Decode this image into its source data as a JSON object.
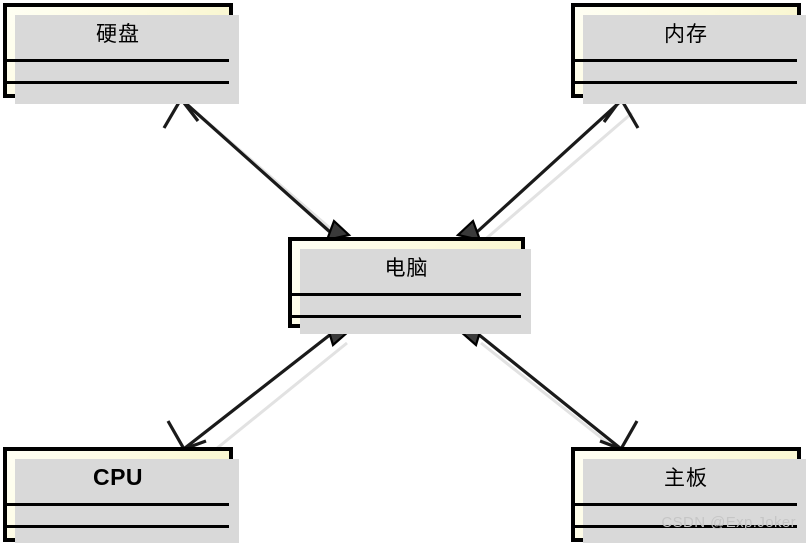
{
  "diagram": {
    "type": "uml-class-diagram",
    "relationship": "composition",
    "title": "",
    "watermark": "CSDN @Exp.Joker",
    "colors": {
      "box_fill": "#fdfbe0",
      "box_border": "#000000",
      "line": "#1a1a1a",
      "shadow": "#d9d9d9",
      "watermark": "#c6c6c6"
    }
  },
  "classes": [
    {
      "id": "harddisk",
      "name": "硬盘",
      "script": "cjk",
      "attributes": "",
      "operations": ""
    },
    {
      "id": "memory",
      "name": "内存",
      "script": "cjk",
      "attributes": "",
      "operations": ""
    },
    {
      "id": "computer",
      "name": "电脑",
      "script": "cjk",
      "attributes": "",
      "operations": ""
    },
    {
      "id": "cpu",
      "name": "CPU",
      "script": "latin",
      "attributes": "",
      "operations": ""
    },
    {
      "id": "mainboard",
      "name": "主板",
      "script": "cjk",
      "attributes": "",
      "operations": ""
    }
  ],
  "edges": [
    {
      "id": "computer-harddisk",
      "from": "computer",
      "to": "harddisk",
      "kind": "composition",
      "diamond_end": "computer",
      "arrow_end": "harddisk",
      "label": ""
    },
    {
      "id": "computer-memory",
      "from": "computer",
      "to": "memory",
      "kind": "composition",
      "diamond_end": "computer",
      "arrow_end": "memory",
      "label": ""
    },
    {
      "id": "computer-cpu",
      "from": "computer",
      "to": "cpu",
      "kind": "composition",
      "diamond_end": "computer",
      "arrow_end": "cpu",
      "label": ""
    },
    {
      "id": "computer-mainboard",
      "from": "computer",
      "to": "mainboard",
      "kind": "composition",
      "diamond_end": "computer",
      "arrow_end": "mainboard",
      "label": ""
    }
  ]
}
